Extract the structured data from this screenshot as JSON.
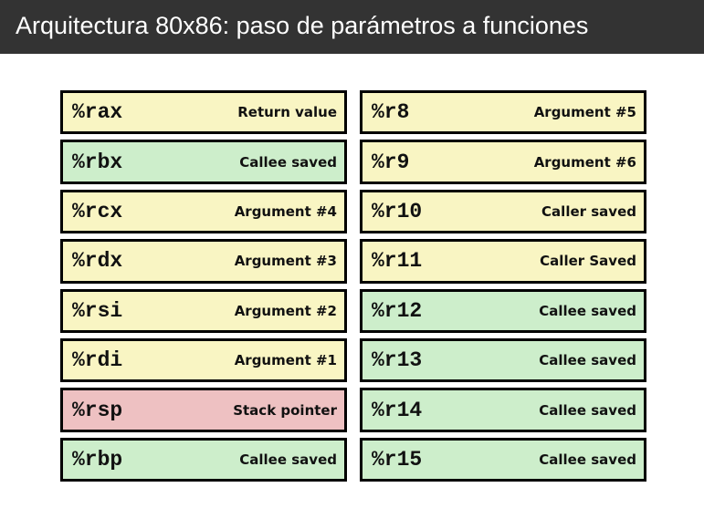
{
  "title": "Arquitectura 80x86: paso de parámetros a funciones",
  "colors": {
    "argument": "#f9f5c3",
    "callee_saved": "#cdeecb",
    "stack_pointer": "#eec1c2",
    "title_bar": "#333333"
  },
  "registers": {
    "left": [
      {
        "name": "%rax",
        "desc": "Return value",
        "type": "argument"
      },
      {
        "name": "%rbx",
        "desc": "Callee saved",
        "type": "callee_saved"
      },
      {
        "name": "%rcx",
        "desc": "Argument #4",
        "type": "argument"
      },
      {
        "name": "%rdx",
        "desc": "Argument #3",
        "type": "argument"
      },
      {
        "name": "%rsi",
        "desc": "Argument #2",
        "type": "argument"
      },
      {
        "name": "%rdi",
        "desc": "Argument #1",
        "type": "argument"
      },
      {
        "name": "%rsp",
        "desc": "Stack pointer",
        "type": "stack_pointer"
      },
      {
        "name": "%rbp",
        "desc": "Callee saved",
        "type": "callee_saved"
      }
    ],
    "right": [
      {
        "name": "%r8",
        "desc": "Argument #5",
        "type": "argument"
      },
      {
        "name": "%r9",
        "desc": "Argument #6",
        "type": "argument"
      },
      {
        "name": "%r10",
        "desc": "Caller saved",
        "type": "argument"
      },
      {
        "name": "%r11",
        "desc": "Caller Saved",
        "type": "argument"
      },
      {
        "name": "%r12",
        "desc": "Callee saved",
        "type": "callee_saved"
      },
      {
        "name": "%r13",
        "desc": "Callee saved",
        "type": "callee_saved"
      },
      {
        "name": "%r14",
        "desc": "Callee saved",
        "type": "callee_saved"
      },
      {
        "name": "%r15",
        "desc": "Callee saved",
        "type": "callee_saved"
      }
    ]
  }
}
